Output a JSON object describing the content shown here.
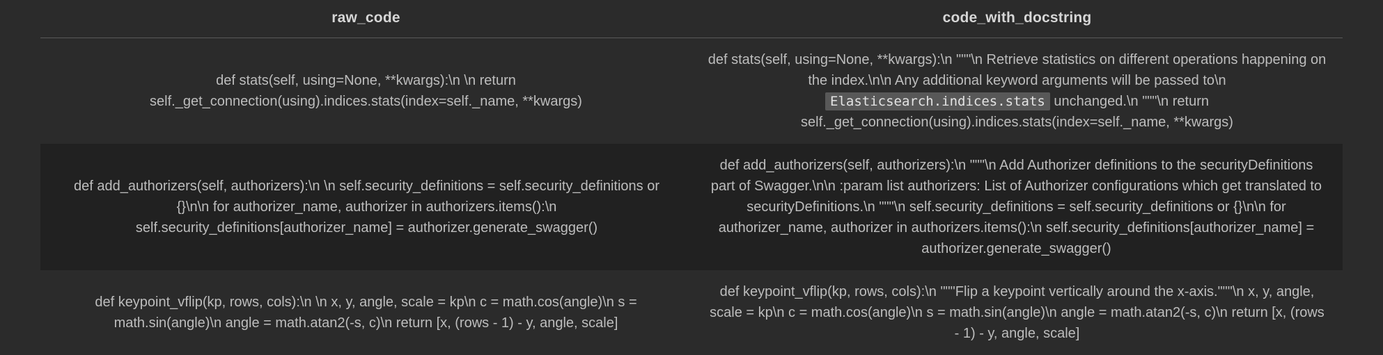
{
  "table": {
    "columns": [
      {
        "key": "raw_code",
        "label": "raw_code"
      },
      {
        "key": "code_with_docstring",
        "label": "code_with_docstring"
      }
    ],
    "rows": [
      {
        "raw_code": "def stats(self, using=None, **kwargs):\\n \\n return self._get_connection(using).indices.stats(index=self._name, **kwargs)",
        "code_with_docstring_before": "def stats(self, using=None, **kwargs):\\n \"\"\"\\n Retrieve statistics on different operations happening on the index.\\n\\n Any additional keyword arguments will be passed to\\n",
        "code_with_docstring_code": "Elasticsearch.indices.stats",
        "code_with_docstring_after": "unchanged.\\n \"\"\"\\n return self._get_connection(using).indices.stats(index=self._name, **kwargs)"
      },
      {
        "raw_code": "def add_authorizers(self, authorizers):\\n \\n self.security_definitions = self.security_definitions or {}\\n\\n for authorizer_name, authorizer in authorizers.items():\\n self.security_definitions[authorizer_name] = authorizer.generate_swagger()",
        "code_with_docstring": "def add_authorizers(self, authorizers):\\n \"\"\"\\n Add Authorizer definitions to the securityDefinitions part of Swagger.\\n\\n :param list authorizers: List of Authorizer configurations which get translated to securityDefinitions.\\n \"\"\"\\n self.security_definitions = self.security_definitions or {}\\n\\n for authorizer_name, authorizer in authorizers.items():\\n self.security_definitions[authorizer_name] = authorizer.generate_swagger()"
      },
      {
        "raw_code": "def keypoint_vflip(kp, rows, cols):\\n \\n x, y, angle, scale = kp\\n c = math.cos(angle)\\n s = math.sin(angle)\\n angle = math.atan2(-s, c)\\n return [x, (rows - 1) - y, angle, scale]",
        "code_with_docstring": "def keypoint_vflip(kp, rows, cols):\\n \"\"\"Flip a keypoint vertically around the x-axis.\"\"\"\\n x, y, angle, scale = kp\\n c = math.cos(angle)\\n s = math.sin(angle)\\n angle = math.atan2(-s, c)\\n return [x, (rows - 1) - y, angle, scale]"
      }
    ]
  },
  "colors": {
    "page_background": "#2b2b2b",
    "row_alt_background": "#212121",
    "header_text": "#d6d6d6",
    "body_text": "#bdbdbd",
    "divider": "#5a5a5a",
    "inline_code_background": "#585858",
    "inline_code_text": "#e3e3e3"
  }
}
